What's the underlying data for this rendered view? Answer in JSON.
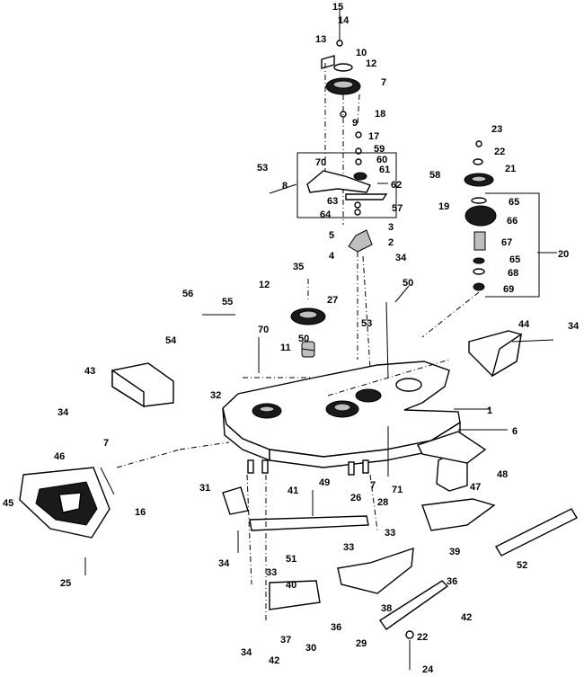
{
  "diagram": {
    "callouts": [
      "1",
      "2",
      "3",
      "4",
      "5",
      "6",
      "7",
      "8",
      "9",
      "10",
      "11",
      "12",
      "13",
      "14",
      "15",
      "16",
      "17",
      "18",
      "19",
      "20",
      "21",
      "22",
      "23",
      "24",
      "25",
      "26",
      "27",
      "28",
      "29",
      "30",
      "31",
      "32",
      "33",
      "34",
      "35",
      "36",
      "37",
      "38",
      "39",
      "40",
      "41",
      "42",
      "43",
      "44",
      "45",
      "46",
      "47",
      "48",
      "49",
      "50",
      "51",
      "52",
      "53",
      "54",
      "55",
      "56",
      "57",
      "58",
      "59",
      "60",
      "61",
      "62",
      "63",
      "64",
      "65",
      "66",
      "67",
      "68",
      "69",
      "70",
      "71"
    ]
  }
}
